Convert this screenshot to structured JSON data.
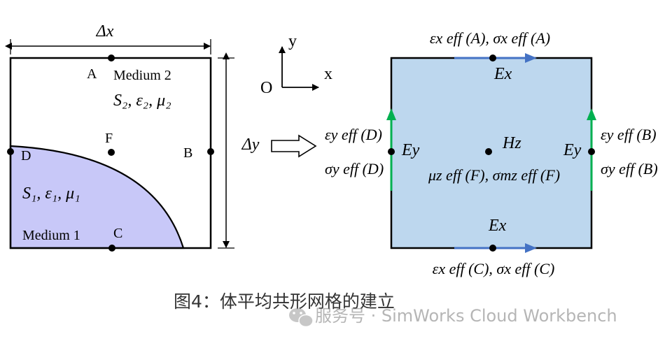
{
  "left_cell": {
    "dx_label": "Δx",
    "dy_label": "Δy",
    "medium2_label": "Medium 2",
    "medium1_label": "Medium 1",
    "medium2_params": "S₂, ε₂, μ₂",
    "medium1_params": "S₁, ε₁, μ₁",
    "point_A": "A",
    "point_B": "B",
    "point_C": "C",
    "point_D": "D",
    "point_F": "F",
    "medium1_color": "#c8c8f8"
  },
  "axes": {
    "y_label": "y",
    "x_label": "x",
    "origin_label": "O"
  },
  "right_cell": {
    "fill_color": "#bdd7ee",
    "edge_arrow_color": "#4472c4",
    "side_arrow_color": "#00b050",
    "top_label": "εx eff (A), σx eff (A)",
    "bottom_label": "εx eff (C), σx eff (C)",
    "ex_top": "Ex",
    "ex_bottom": "Ex",
    "ey_left": "Ey",
    "ey_right": "Ey",
    "hz": "Hz",
    "center_label": "μz eff (F), σmz eff (F)",
    "left_eps": "εy eff (D)",
    "left_sig": "σy eff (D)",
    "right_eps": "εy eff (B)",
    "right_sig": "σy eff (B)"
  },
  "caption": "图4：体平均共形网格的建立",
  "watermark": "服务号 · SimWorks Cloud Workbench",
  "icons": [
    "wechat-icon",
    "right-hollow-arrow-icon"
  ]
}
